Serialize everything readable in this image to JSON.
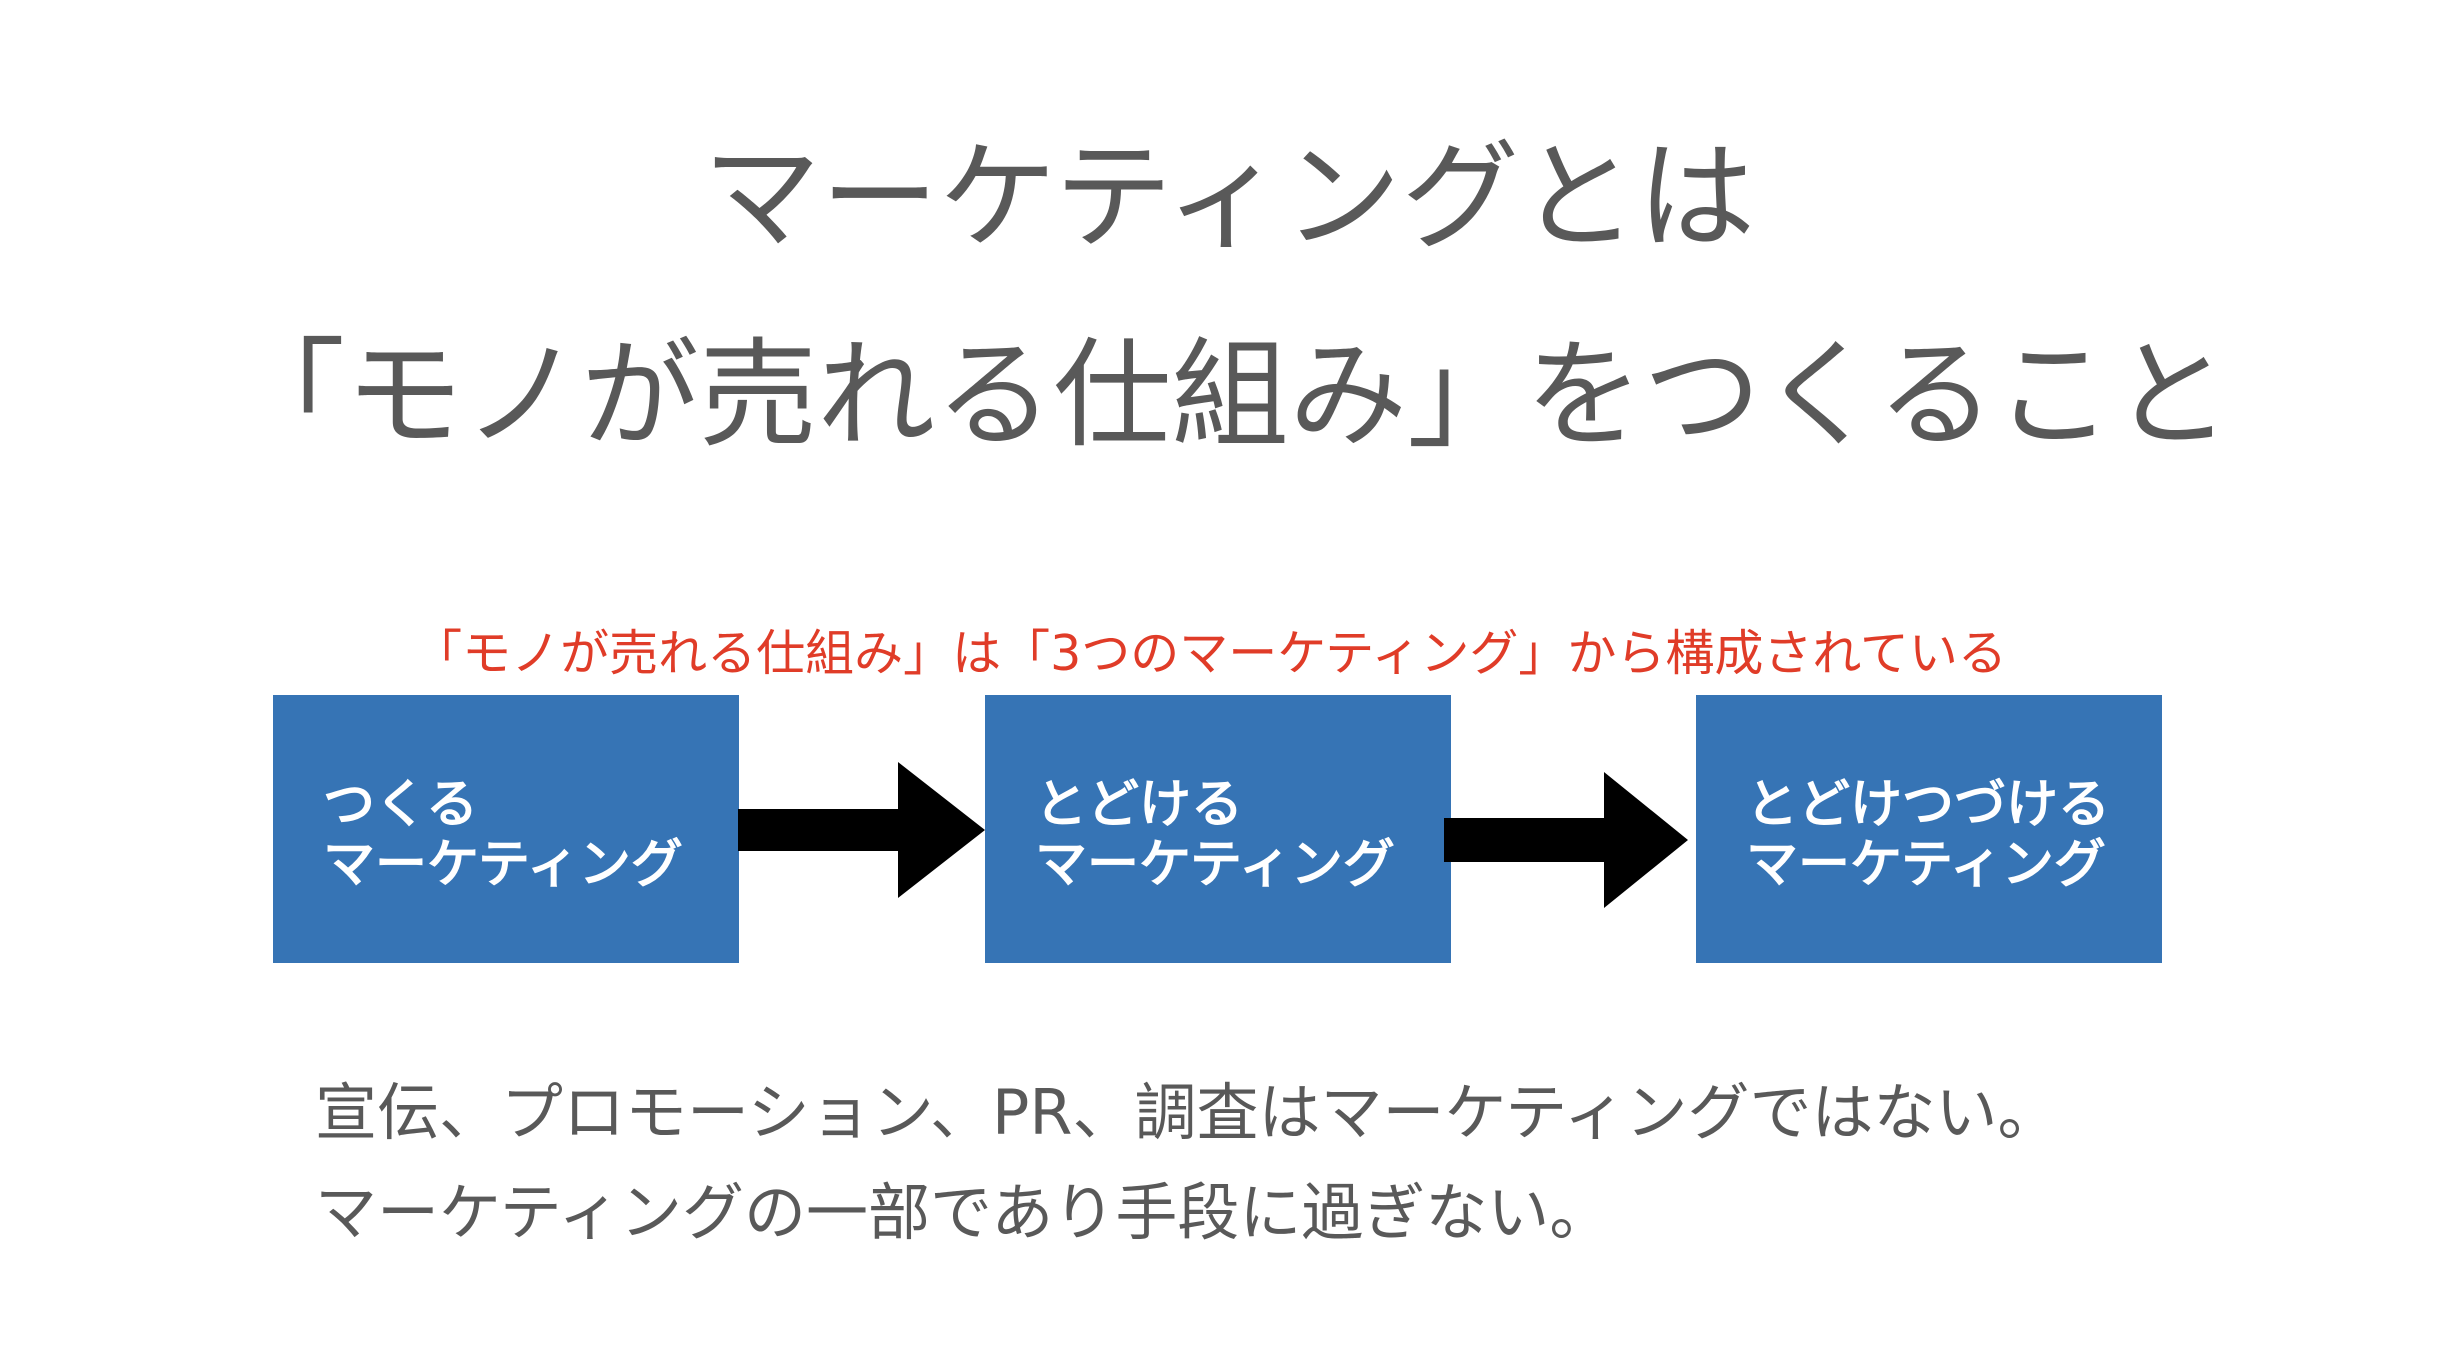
{
  "title": {
    "line1": "マーケティングとは",
    "line2": "「モノが売れる仕組み」をつくること"
  },
  "subtitle": "「モノが売れる仕組み」は「3つのマーケティング」から構成されている",
  "boxes": [
    {
      "line1": "つくる",
      "line2": "マーケティング"
    },
    {
      "line1": "とどける",
      "line2": "マーケティング"
    },
    {
      "line1": "とどけつづける",
      "line2": "マーケティング"
    }
  ],
  "body": {
    "line1": "宣伝、プロモーション、PR、調査はマーケティングではない。",
    "line2": "マーケティングの一部であり手段に過ぎない。"
  },
  "colors": {
    "box": "#3674b5",
    "accent": "#e03c28",
    "text": "#595959",
    "arrow": "#000000"
  }
}
